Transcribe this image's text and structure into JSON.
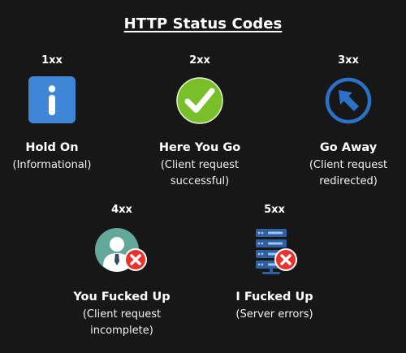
{
  "title": "HTTP Status Codes",
  "colors": {
    "background": "#171717",
    "info_blue": "#3f86d6",
    "success_green": "#79bf2a",
    "redirect_blue": "#2a71c7",
    "error_red": "#e8322e",
    "avatar_teal": "#63a99a"
  },
  "cards": [
    {
      "code": "1xx",
      "label": "Hold On",
      "desc": "(Informational)",
      "icon": "info-icon"
    },
    {
      "code": "2xx",
      "label": "Here You Go",
      "desc": "(Client request\nsuccessful)",
      "icon": "check-icon"
    },
    {
      "code": "3xx",
      "label": "Go Away",
      "desc": "(Client request\nredirected)",
      "icon": "redirect-arrow-icon"
    },
    {
      "code": "4xx",
      "label": "You Fucked Up",
      "desc": "(Client request\nincomplete)",
      "icon": "user-error-icon"
    },
    {
      "code": "5xx",
      "label": "I Fucked Up",
      "desc": "(Server errors)",
      "icon": "server-error-icon"
    }
  ]
}
